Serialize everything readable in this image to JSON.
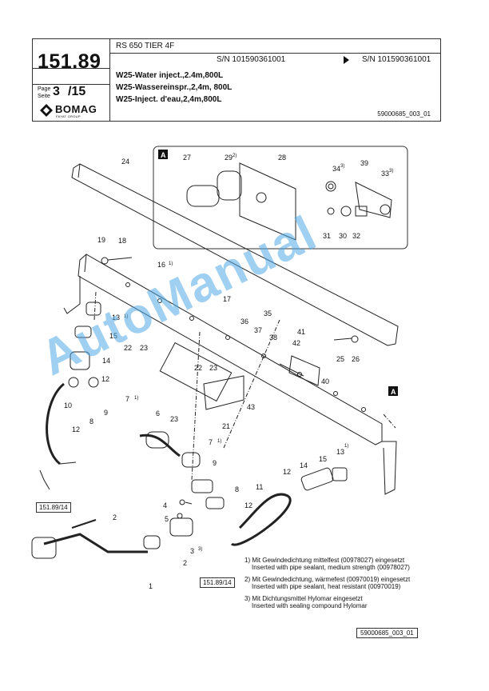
{
  "header": {
    "model": "RS 650 TIER 4F",
    "page_number": "151.89",
    "page_label_de": "Page",
    "page_label_en": "Seite",
    "page_current": "3",
    "page_total": "/15",
    "brand": "BOMAG",
    "brand_sub": "FAYAT GROUP",
    "sn_from": "S/N 101590361001",
    "sn_to": "S/N 101590361001",
    "title_en": "W25-Water inject.,2.4m,800L",
    "title_de": "W25-Wassereinspr.,2,4m, 800L",
    "title_fr": "W25-Inject. d'eau,2,4m,800L",
    "doc_number": "59000685_003_01"
  },
  "detail_label": "A",
  "callouts": [
    "1",
    "2",
    "3",
    "4",
    "5",
    "6",
    "7",
    "8",
    "9",
    "10",
    "11",
    "12",
    "13",
    "14",
    "15",
    "16",
    "17",
    "18",
    "19",
    "21",
    "22",
    "23",
    "24",
    "25",
    "26",
    "27",
    "28",
    "29",
    "30",
    "31",
    "32",
    "33",
    "34",
    "35",
    "36",
    "37",
    "38",
    "39",
    "40",
    "41",
    "42",
    "43"
  ],
  "references": {
    "ref_left": "151.89/14",
    "ref_bottom": "151.89/14"
  },
  "footnotes": [
    {
      "marker": "1)",
      "de": "Mit Gewindedichtung mittelfest (00978027) eingesetzt",
      "en": "Inserted with pipe sealant, medium strength (00978027)"
    },
    {
      "marker": "2)",
      "de": "Mit Gewindedichtung, wärmefest (00970019) eingesetzt",
      "en": "Inserted with pipe sealant, heat resistant (00970019)"
    },
    {
      "marker": "3)",
      "de": "Mit Dichtungsmittel Hylomar eingesetzt",
      "en": "Inserted with sealing compound Hylomar"
    }
  ],
  "bottom_doc_number": "59000685_003_01",
  "watermark": "AutoManual"
}
